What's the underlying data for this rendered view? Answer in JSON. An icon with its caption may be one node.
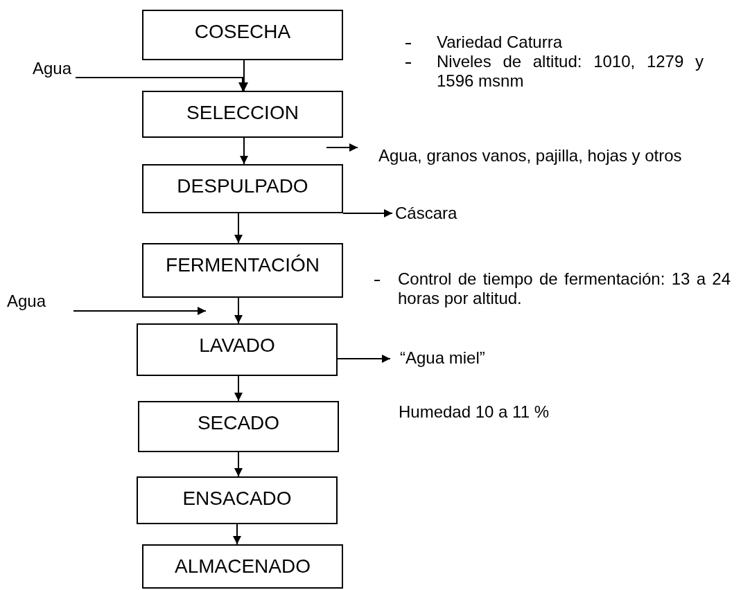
{
  "diagram": {
    "nodes": [
      {
        "text": [
          "COSECHA"
        ]
      },
      {
        "text": [
          "Agua"
        ]
      },
      {
        "text": [
          "SELECCION"
        ]
      },
      {
        "text": [
          "Agua, granos vanos, pajilla, hojas y otros"
        ]
      },
      {
        "text": [
          "DESPULPADO"
        ]
      },
      {
        "text": [
          "Cáscara"
        ]
      },
      {
        "text": [
          "FERMENTACIÓN"
        ]
      },
      {
        "text": [
          "Agua"
        ]
      },
      {
        "text": [
          "LAVADO"
        ]
      },
      {
        "text": [
          "“Agua miel”"
        ]
      },
      {
        "text": [
          "SECADO"
        ]
      },
      {
        "text": [
          "ENSACADO"
        ]
      },
      {
        "text": [
          "ALMACENADO"
        ]
      }
    ],
    "edges": [
      {
        "from": 0,
        "to": 2,
        "arrow": "to"
      },
      {
        "from": 1,
        "to": 2,
        "arrow": "to"
      },
      {
        "from": 2,
        "to": 4,
        "arrow": "to"
      },
      {
        "from": null,
        "to": 3,
        "arrow": "to"
      },
      {
        "from": 4,
        "to": 5,
        "arrow": "to"
      },
      {
        "from": 4,
        "to": 6,
        "arrow": "to"
      },
      {
        "from": 6,
        "to": 8,
        "arrow": "to"
      },
      {
        "from": 7,
        "to": 8,
        "arrow": "to"
      },
      {
        "from": 8,
        "to": 9,
        "arrow": "to"
      },
      {
        "from": 8,
        "to": 10,
        "arrow": "to"
      },
      {
        "from": 10,
        "to": 11,
        "arrow": "to"
      },
      {
        "from": 11,
        "to": 12,
        "arrow": "to"
      }
    ],
    "labels": [
      "Variedad Caturra",
      "Niveles de altitud: 1010, 1279 y 1596 msnm",
      "Control de tiempo de fermentación: 13 a 24 horas por altitud.",
      "Humedad 10 a 11 %"
    ]
  }
}
